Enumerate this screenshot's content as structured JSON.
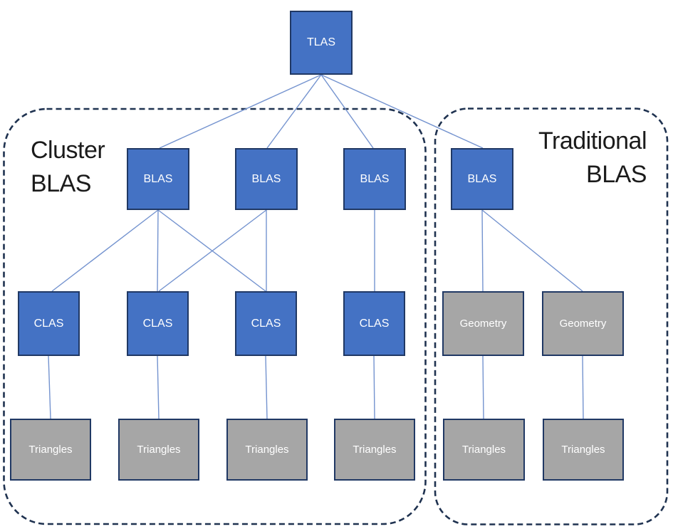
{
  "diagram": {
    "root": {
      "label": "TLAS"
    },
    "groups": {
      "cluster": {
        "title_line1": "Cluster",
        "title_line2": "BLAS"
      },
      "traditional": {
        "title_line1": "Traditional",
        "title_line2": "BLAS"
      }
    },
    "nodes": {
      "blas": [
        "BLAS",
        "BLAS",
        "BLAS",
        "BLAS"
      ],
      "clas": [
        "CLAS",
        "CLAS",
        "CLAS",
        "CLAS"
      ],
      "geometry": [
        "Geometry",
        "Geometry"
      ],
      "triangles": [
        "Triangles",
        "Triangles",
        "Triangles",
        "Triangles",
        "Triangles",
        "Triangles"
      ]
    },
    "edges": [
      [
        "TLAS",
        "BLAS-1"
      ],
      [
        "TLAS",
        "BLAS-2"
      ],
      [
        "TLAS",
        "BLAS-3"
      ],
      [
        "TLAS",
        "BLAS-4"
      ],
      [
        "BLAS-1",
        "CLAS-1"
      ],
      [
        "BLAS-1",
        "CLAS-2"
      ],
      [
        "BLAS-1",
        "CLAS-3"
      ],
      [
        "BLAS-2",
        "CLAS-2"
      ],
      [
        "BLAS-2",
        "CLAS-3"
      ],
      [
        "BLAS-3",
        "CLAS-4"
      ],
      [
        "BLAS-4",
        "Geometry-1"
      ],
      [
        "BLAS-4",
        "Geometry-2"
      ],
      [
        "CLAS-1",
        "Triangles-1"
      ],
      [
        "CLAS-2",
        "Triangles-2"
      ],
      [
        "CLAS-3",
        "Triangles-3"
      ],
      [
        "CLAS-4",
        "Triangles-4"
      ],
      [
        "Geometry-1",
        "Triangles-5"
      ],
      [
        "Geometry-2",
        "Triangles-6"
      ]
    ],
    "group_membership": {
      "cluster_blas": [
        "BLAS-1",
        "BLAS-2",
        "BLAS-3",
        "CLAS-1",
        "CLAS-2",
        "CLAS-3",
        "CLAS-4",
        "Triangles-1",
        "Triangles-2",
        "Triangles-3",
        "Triangles-4"
      ],
      "traditional_blas": [
        "BLAS-4",
        "Geometry-1",
        "Geometry-2",
        "Triangles-5",
        "Triangles-6"
      ]
    },
    "colors": {
      "node_blue_fill": "#4472C4",
      "node_gray_fill": "#A6A6A6",
      "node_border": "#203864",
      "node_text": "#FFFFFF",
      "connector": "#7493CF",
      "group_outline": "#1F3250",
      "group_title_text": "#1B1B1B",
      "background": "#FFFFFF"
    }
  }
}
